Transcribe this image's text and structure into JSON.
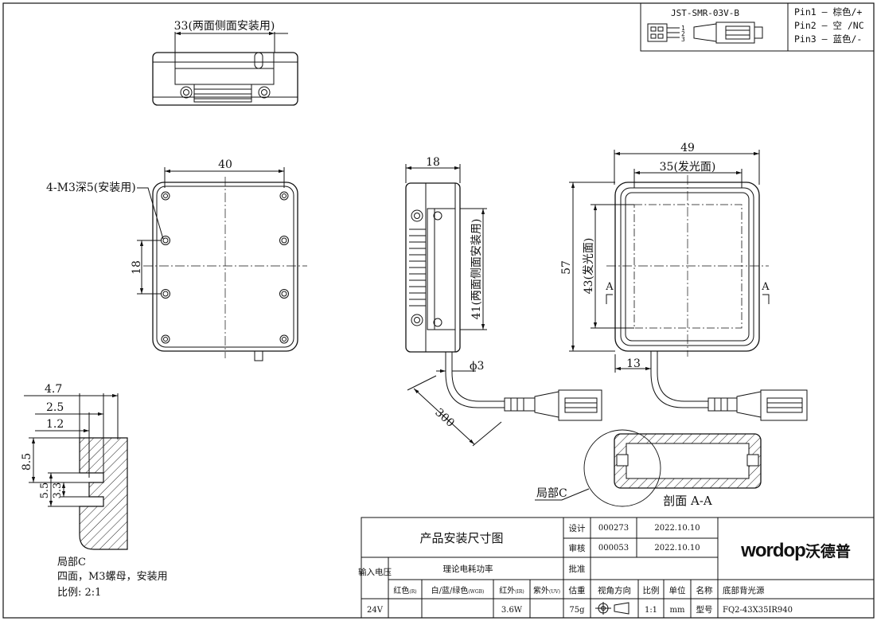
{
  "connector": {
    "model": "JST-SMR-03V-B",
    "pin_numbers": [
      "1",
      "2",
      "3"
    ],
    "pins": [
      "Pin1 — 棕色/+",
      "Pin2 — 空 /NC",
      "Pin3 — 蓝色/-"
    ]
  },
  "top_view": {
    "dim_width": "33(两面侧面安装用)"
  },
  "front_view": {
    "dim_width": "40",
    "dim_hole_spacing": "18",
    "hole_callout": "4-M3深5(安装用)"
  },
  "side_view": {
    "dim_width": "18",
    "dim_side_height": "41(两面侧面安装用)",
    "dim_cable_dia": "ϕ3",
    "dim_cable_length": "300"
  },
  "right_view": {
    "dim_width": "49",
    "dim_emit_width": "35(发光面)",
    "dim_height": "57",
    "dim_emit_height": "43(发光面)",
    "dim_cable_offset": "13",
    "section_mark": "A"
  },
  "section": {
    "label": "剖面 A-A",
    "partial_label": "局部C"
  },
  "detail": {
    "dims": [
      "4.7",
      "2.5",
      "1.2",
      "8.5",
      "5.5",
      "3.3"
    ],
    "title": "局部C",
    "note": "四面，M3螺母，安装用",
    "scale": "比例:  2:1"
  },
  "title_block": {
    "title": "产品安装尺寸图",
    "design_label": "设计",
    "design_no": "000273",
    "design_date": "2022.10.10",
    "review_label": "审核",
    "review_no": "000053",
    "review_date": "2022.10.10",
    "approve_label": "批准",
    "input_voltage_label": "输入电压",
    "theory_power_label": "理论电耗功率",
    "red_label": "红色",
    "red_sub": "(R)",
    "bgw_label": "白/蓝/绿色",
    "bgw_sub": "(WGB)",
    "ir_label": "红外",
    "ir_sub": "(IR)",
    "uv_label": "紫外",
    "uv_sub": "(UV)",
    "weight_label": "估重",
    "view_label": "视角方向",
    "scale_label": "比例",
    "unit_label": "单位",
    "name_label": "名称",
    "name_value": "底部背光源",
    "voltage": "24V",
    "ir_power": "3.6W",
    "weight": "75g",
    "scale_value": "1:1",
    "unit_value": "mm",
    "model_label": "型号",
    "model_value": "FQ2-43X35IR940",
    "logo_text": "wordop",
    "logo_cn": "沃德普"
  }
}
